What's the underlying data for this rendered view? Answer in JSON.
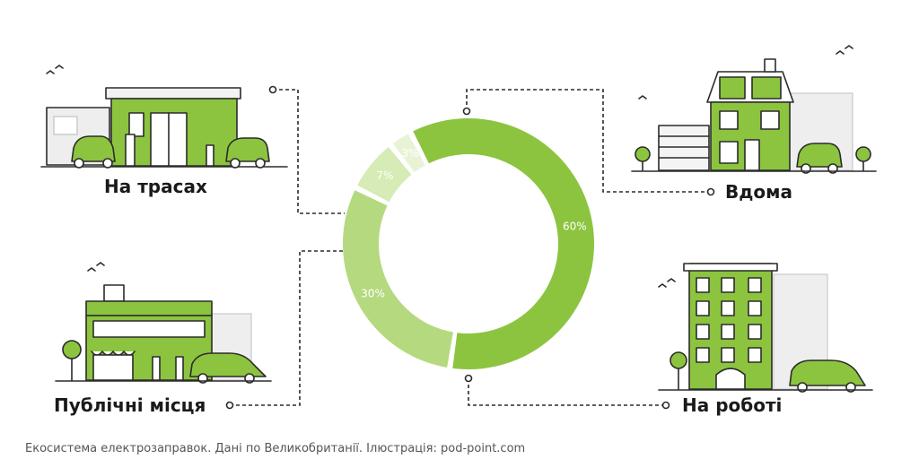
{
  "colors": {
    "green": "#8cc43f",
    "light_green": "#bfe08e",
    "pale_green": "#e6f2d3",
    "outline": "#2b2b2b",
    "grey_building": "#e6e6e6"
  },
  "categories_text": {
    "highways": "На трасах",
    "home": "Вдома",
    "public": "Публічні місця",
    "work": "На роботі"
  },
  "caption": "Екосистема електрозаправок. Дані по Великобританії. Ілюстрація: pod-point.com",
  "chart_data": {
    "type": "pie",
    "donut": true,
    "categories": [
      "Вдома",
      "На роботі",
      "Публічні місця",
      "На трасах"
    ],
    "values": [
      60,
      30,
      7,
      3
    ],
    "data_labels": [
      "60%",
      "30%",
      "7%",
      "3%"
    ],
    "colors": [
      "#8cc43f",
      "#b5d97f",
      "#d6ebb5",
      "#e8f3d6"
    ]
  },
  "icons": [
    "highway-station-illustration",
    "home-illustration",
    "public-place-illustration",
    "office-illustration",
    "bird-icon"
  ]
}
